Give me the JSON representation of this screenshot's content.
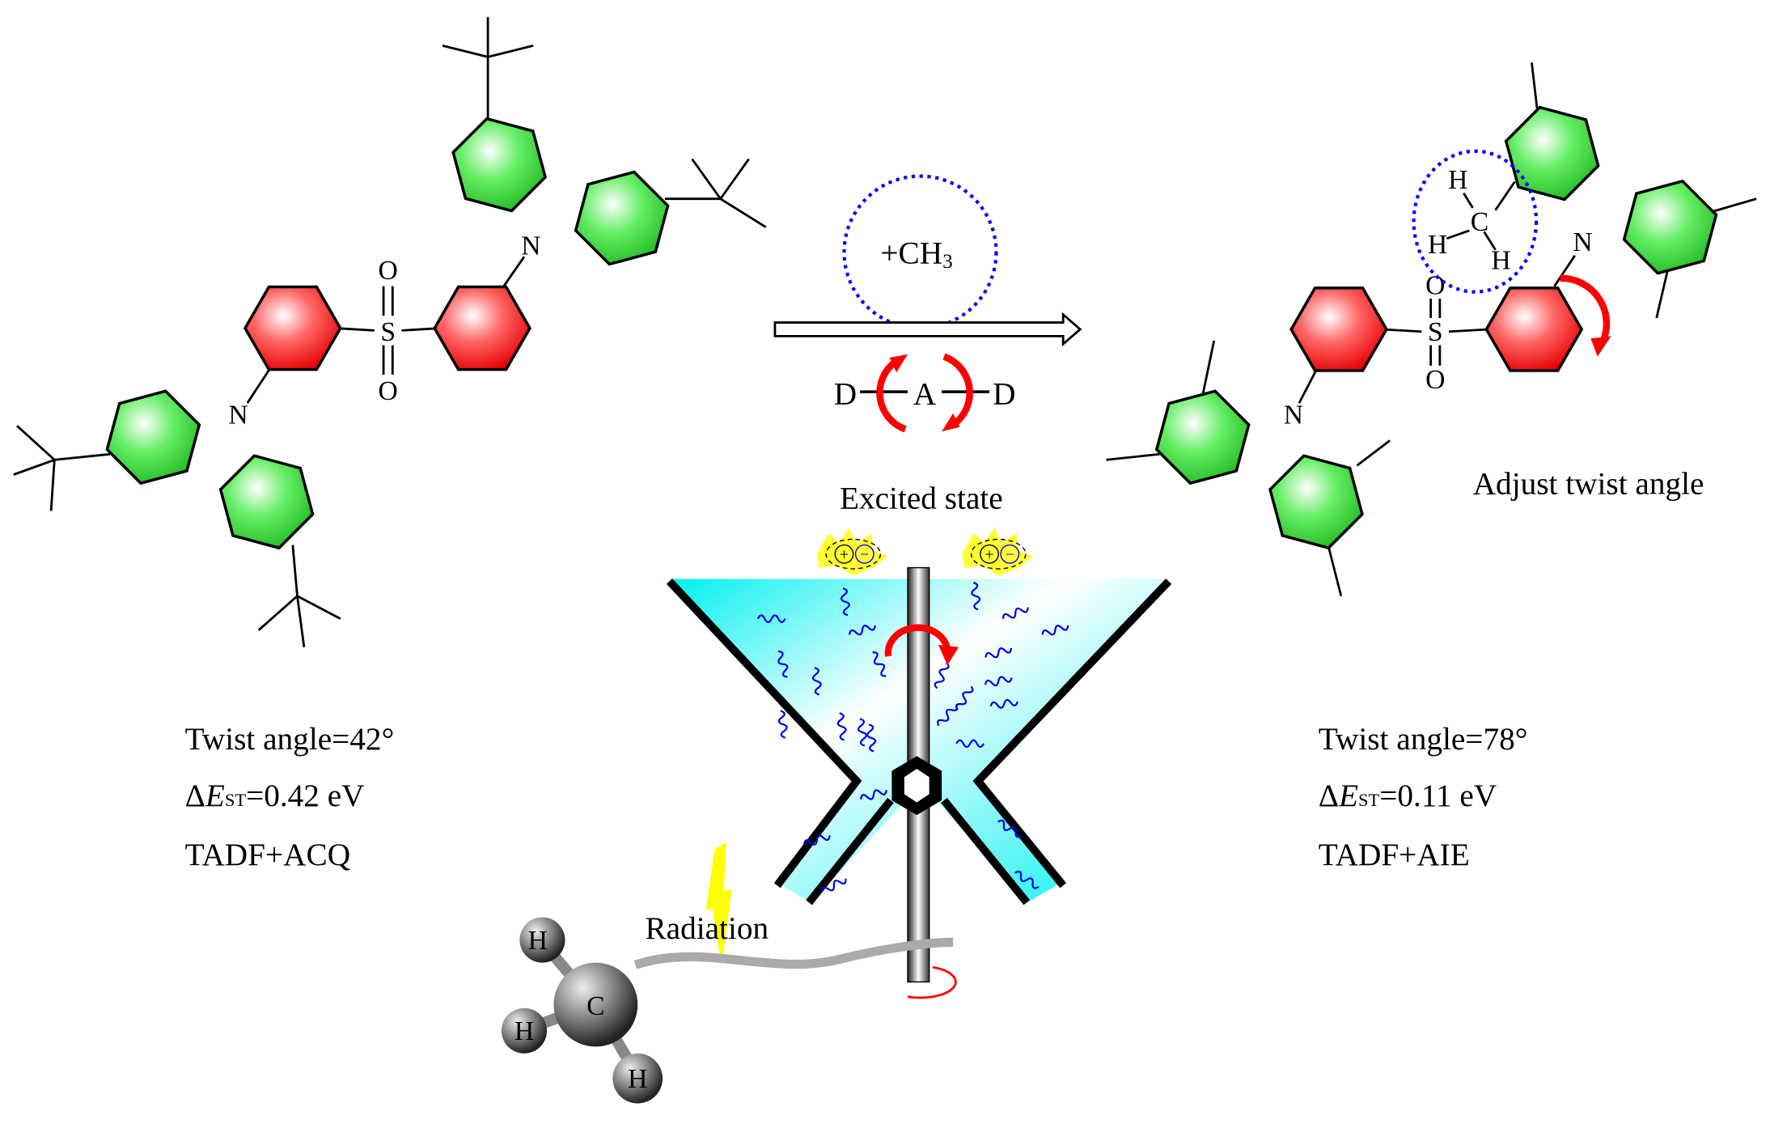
{
  "left": {
    "atoms": {
      "N1": "N",
      "N2": "N",
      "S": "S",
      "O1": "O",
      "O2": "O"
    },
    "twist": "Twist angle=42°",
    "dest_prefix": "Δ",
    "dest_E": "E",
    "dest_sub": "ST",
    "dest_value": "=0.42 eV",
    "type": "TADF+ACQ"
  },
  "right": {
    "atoms": {
      "N1": "N",
      "N2": "N",
      "S": "S",
      "O1": "O",
      "O2": "O",
      "C": "C",
      "H1": "H",
      "H2": "H",
      "H3": "H"
    },
    "adjust": "Adjust twist angle",
    "twist": "Twist angle=78°",
    "dest_prefix": "Δ",
    "dest_E": "E",
    "dest_sub": "ST",
    "dest_value": "=0.11 eV",
    "type": "TADF+AIE"
  },
  "middle": {
    "reagent": "+CH",
    "reagent_sub": "3",
    "dad": {
      "d1": "D",
      "a": "A",
      "d2": "D"
    },
    "excited": "Excited state",
    "radiation": "Radiation",
    "ball": {
      "c": "C",
      "h1": "H",
      "h2": "H",
      "h3": "H"
    }
  },
  "colors": {
    "acceptor": "#ff3333",
    "donor": "#33dd33",
    "funnel": "#00f5f5",
    "wave": "#0000ee",
    "arrow": "#ff0000",
    "dotted": "#0000ff",
    "bolt": "#ffff00"
  }
}
